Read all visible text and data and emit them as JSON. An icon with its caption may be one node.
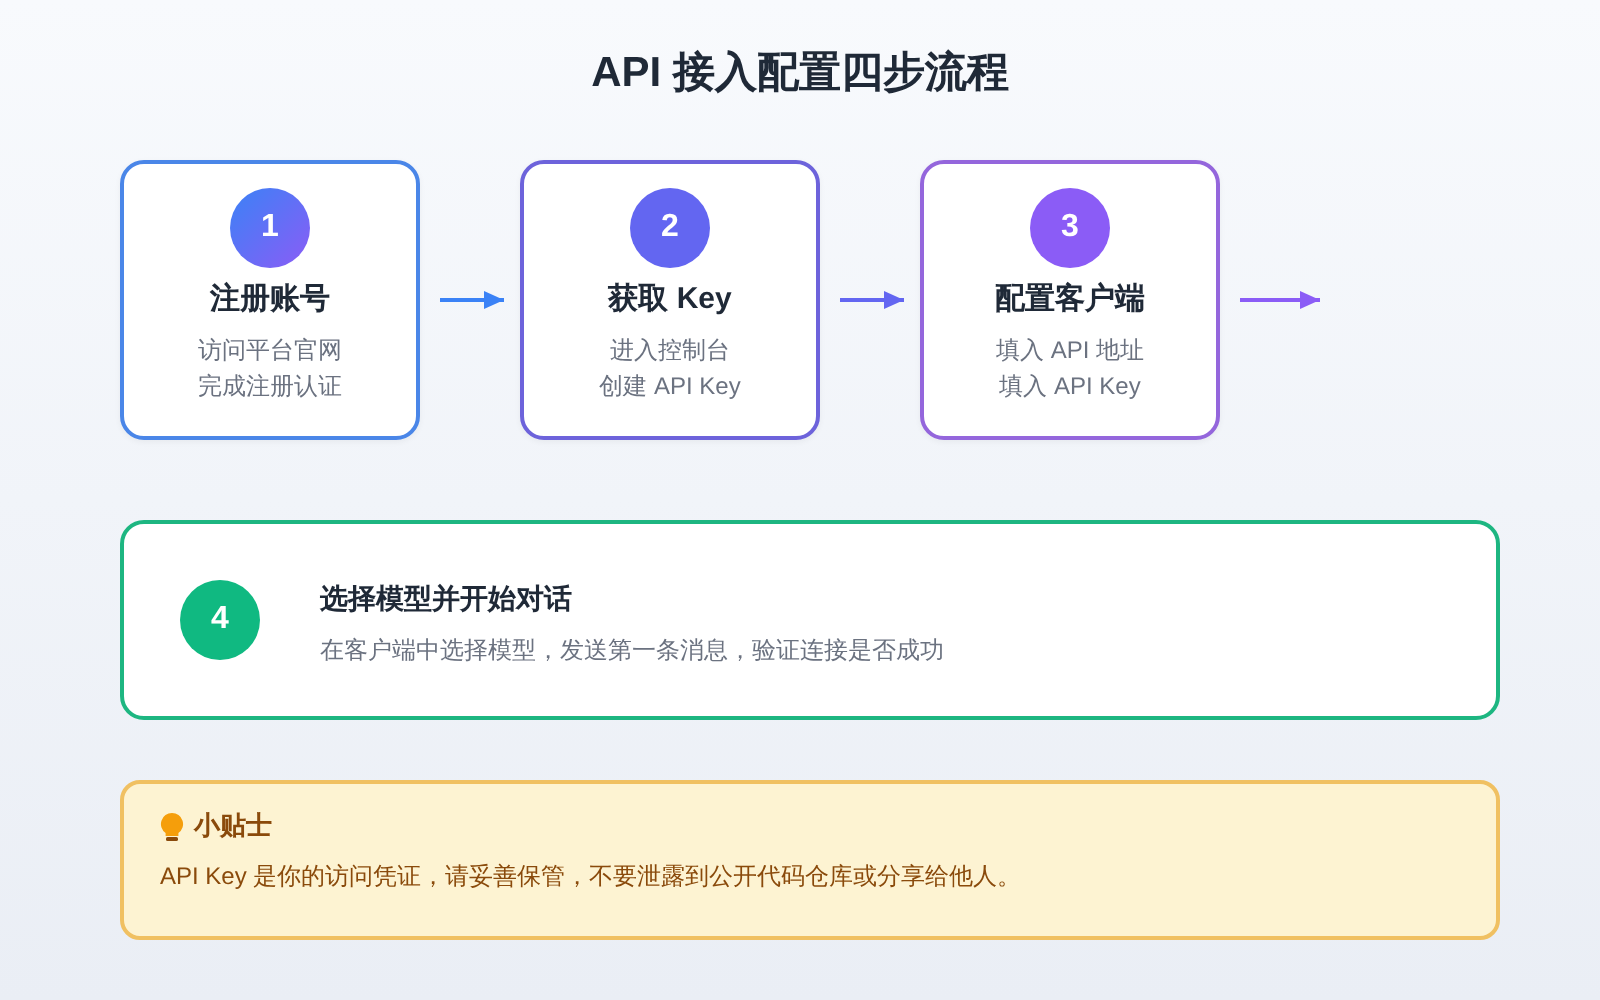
{
  "diagram": {
    "title": "API 接入配置四步流程",
    "nodes": [
      {
        "text": [
          "注册账号",
          "访问平台官网",
          "完成注册认证"
        ]
      },
      {
        "text": [
          "1"
        ],
        "in": 0
      },
      {
        "text": [
          "获取 Key",
          "进入控制台",
          "创建 API Key"
        ]
      },
      {
        "text": [
          "2"
        ],
        "in": 2
      },
      {
        "text": [
          "配置客户端",
          "填入 API 地址",
          "填入 API Key"
        ]
      },
      {
        "text": [
          "3"
        ],
        "in": 4
      },
      {
        "text": [
          "选择模型并开始对话",
          "在客户端中选择模型，发送第一条消息，验证连接是否成功"
        ]
      },
      {
        "text": [
          "4"
        ],
        "in": 6
      },
      {
        "text": [
          "小贴士",
          "API Key 是你的访问凭证，请妥善保管，不要泄露到公开代码仓库或分享给他人。"
        ]
      }
    ],
    "edges": [
      {
        "from": 0,
        "to": 2,
        "arrow": "to",
        "color": "#3b82f6"
      },
      {
        "from": 2,
        "to": 4,
        "arrow": "to",
        "color": "#6366f1"
      },
      {
        "from": 4,
        "to": null,
        "arrow": "to",
        "color": "#8b5cf6"
      }
    ]
  }
}
